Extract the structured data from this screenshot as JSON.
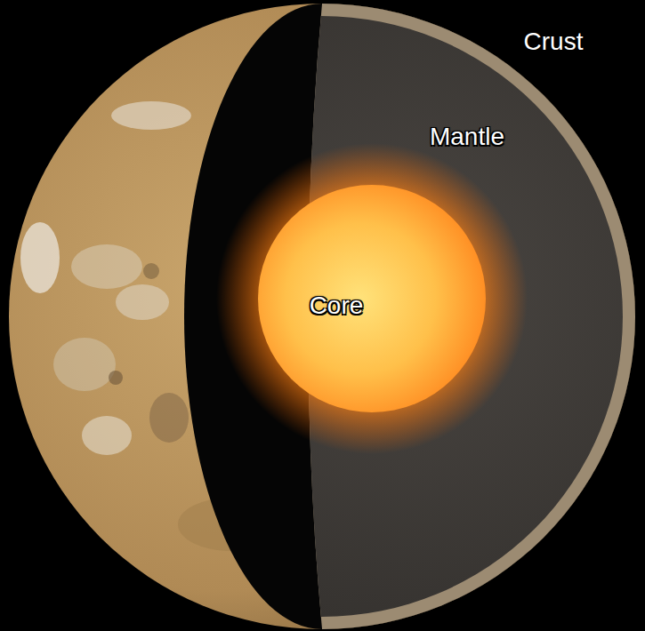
{
  "diagram": {
    "labels": [
      "Crust",
      "Mantle",
      "Core"
    ]
  }
}
